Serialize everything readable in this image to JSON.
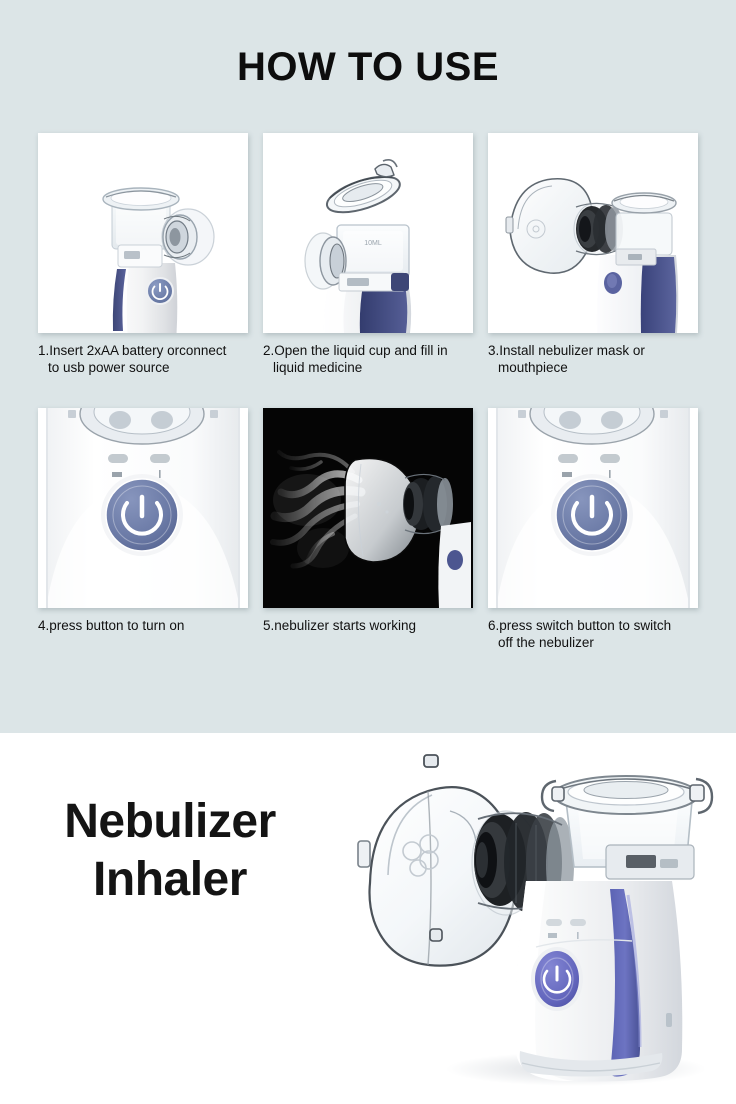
{
  "howto": {
    "title": "HOW TO USE",
    "background_color": "#dce5e7",
    "steps": [
      {
        "index": "1",
        "caption_line1": "1.Insert 2xAA battery orconnect",
        "caption_line2": "to usb power source",
        "image_name": "nebulizer-with-battery-compartment"
      },
      {
        "index": "2",
        "caption_line1": "2.Open the liquid cup and fill in",
        "caption_line2": "liquid medicine",
        "image_name": "nebulizer-liquid-cup-open"
      },
      {
        "index": "3",
        "caption_line1": "3.Install nebulizer mask or",
        "caption_line2": "mouthpiece",
        "image_name": "nebulizer-with-mask-attached"
      },
      {
        "index": "4",
        "caption_line1": "4.press button to turn on",
        "caption_line2": "",
        "image_name": "nebulizer-power-button-closeup"
      },
      {
        "index": "5",
        "caption_line1": "5.nebulizer starts working",
        "caption_line2": "",
        "image_name": "nebulizer-mist-on-black"
      },
      {
        "index": "6",
        "caption_line1": "6.press switch button to switch",
        "caption_line2": "off the nebulizer",
        "image_name": "nebulizer-power-button-closeup"
      }
    ]
  },
  "hero": {
    "title_line1": "Nebulizer",
    "title_line2": "Inhaler",
    "image_name": "nebulizer-inhaler-product-photo",
    "background_color": "#ffffff"
  },
  "colors": {
    "panel_bg": "#dce5e7",
    "text": "#111111",
    "button_blue": "#6b7ba3",
    "grip_blue": "#474f86",
    "hero_button_violet": "#6a6cc0",
    "dark_photo_bg": "#030303"
  }
}
